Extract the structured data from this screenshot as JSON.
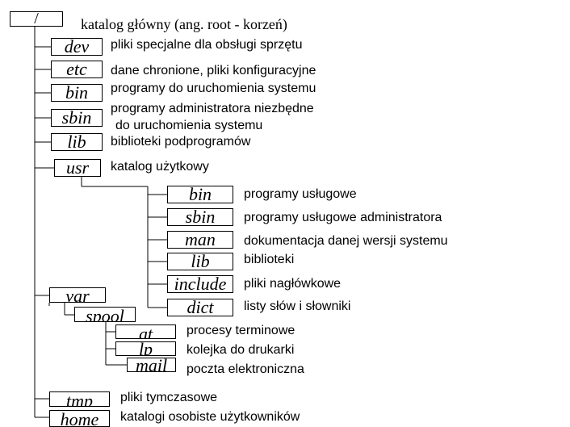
{
  "root": {
    "label": "/",
    "description": "katalog główny (ang. root - korzeń)"
  },
  "dirs": {
    "dev": {
      "label": "dev",
      "description": "pliki specjalne dla obsługi sprzętu"
    },
    "etc": {
      "label": "etc",
      "description": "dane chronione, pliki konfiguracyjne"
    },
    "bin": {
      "label": "bin",
      "description": "programy do uruchomienia systemu"
    },
    "sbin": {
      "label": "sbin",
      "description_line1": "programy administratora niezbędne",
      "description_line2": "do uruchomienia systemu"
    },
    "lib": {
      "label": "lib",
      "description": "biblioteki podprogramów"
    },
    "usr": {
      "label": "usr",
      "description": "katalog użytkowy"
    },
    "var": {
      "label": "var"
    },
    "tmp": {
      "label": "tmp",
      "description": "pliki tymczasowe"
    },
    "home": {
      "label": "home",
      "description": "katalogi osobiste użytkowników"
    }
  },
  "usr_children": {
    "bin": {
      "label": "bin",
      "description": "programy usługowe"
    },
    "sbin": {
      "label": "sbin",
      "description": "programy usługowe administratora"
    },
    "man": {
      "label": "man",
      "description": "dokumentacja danej wersji systemu"
    },
    "lib": {
      "label": "lib",
      "description": "biblioteki"
    },
    "include": {
      "label": "include",
      "description": "pliki nagłówkowe"
    },
    "dict": {
      "label": "dict",
      "description": "listy słów i słowniki"
    }
  },
  "var_children": {
    "spool": {
      "label": "spool"
    }
  },
  "spool_children": {
    "at": {
      "label": "at",
      "description": "procesy terminowe"
    },
    "lp": {
      "label": "lp",
      "description": "kolejka do drukarki"
    },
    "mail": {
      "label": "mail",
      "description": "poczta elektroniczna"
    }
  }
}
